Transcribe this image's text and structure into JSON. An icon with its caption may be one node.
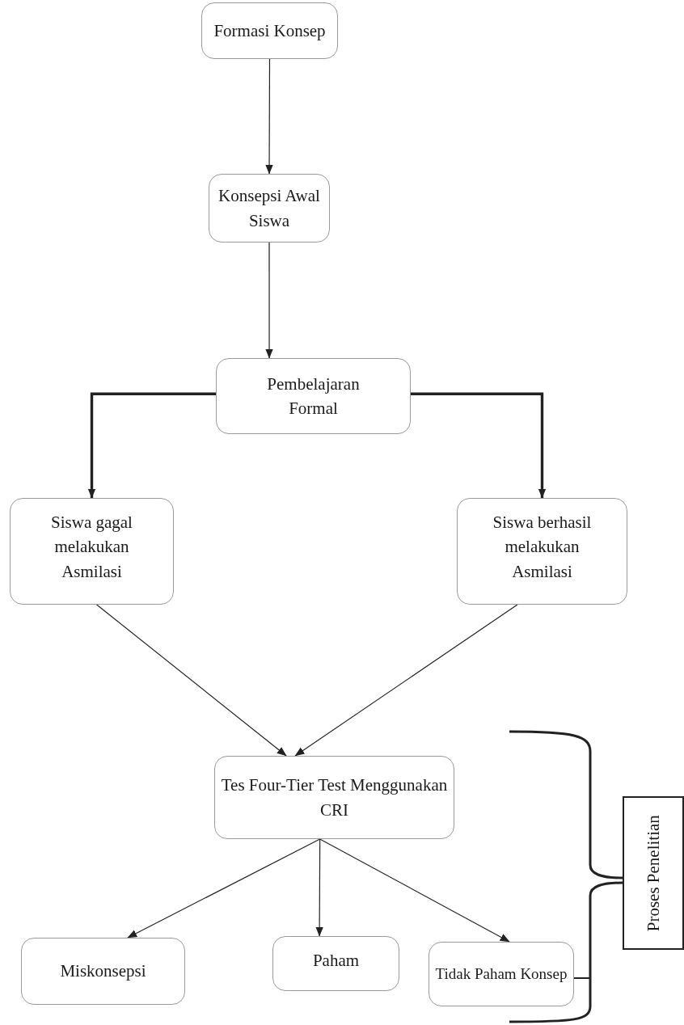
{
  "diagram": {
    "nodes": [
      {
        "text": [
          "Formasi Konsep"
        ]
      },
      {
        "text": [
          "Konsepsi Awal Siswa"
        ]
      },
      {
        "text": [
          "Pembelajaran Formal"
        ]
      },
      {
        "text": [
          "Siswa gagal melakukan Asmilasi"
        ]
      },
      {
        "text": [
          "Siswa berhasil melakukan Asmilasi"
        ]
      },
      {
        "text": [
          "Tes Four-Tier Test Menggunakan CRI"
        ]
      },
      {
        "text": [
          "Miskonsepsi"
        ]
      },
      {
        "text": [
          "Paham"
        ]
      },
      {
        "text": [
          "Tidak Paham Konsep"
        ]
      },
      {
        "text": [
          "Proses Penelitian"
        ]
      }
    ],
    "edges": [
      {
        "from": 0,
        "to": 1,
        "arrow": "to"
      },
      {
        "from": 1,
        "to": 2,
        "arrow": "to"
      },
      {
        "from": 2,
        "to": 3,
        "arrow": "to",
        "style": "thick"
      },
      {
        "from": 2,
        "to": 4,
        "arrow": "to",
        "style": "thick"
      },
      {
        "from": 3,
        "to": 5,
        "arrow": "to"
      },
      {
        "from": 4,
        "to": 5,
        "arrow": "to"
      },
      {
        "from": 5,
        "to": 6,
        "arrow": "to"
      },
      {
        "from": 5,
        "to": 7,
        "arrow": "to"
      },
      {
        "from": 5,
        "to": 8,
        "arrow": "to"
      }
    ]
  }
}
